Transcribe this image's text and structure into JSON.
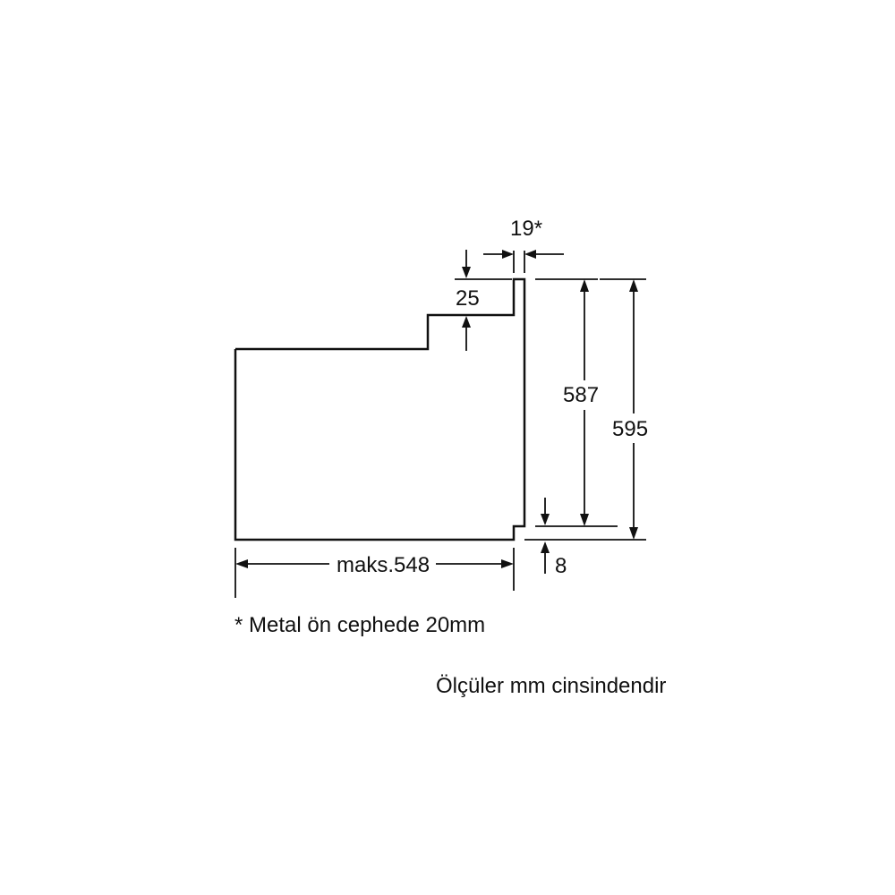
{
  "dimensions": {
    "front_thickness": "19*",
    "top_step": "25",
    "inner_height": "587",
    "total_height": "595",
    "bottom_offset": "8",
    "depth": "maks.548"
  },
  "notes": {
    "footnote": "* Metal ön cephede 20mm",
    "units": "Ölçüler mm cinsindendir"
  }
}
